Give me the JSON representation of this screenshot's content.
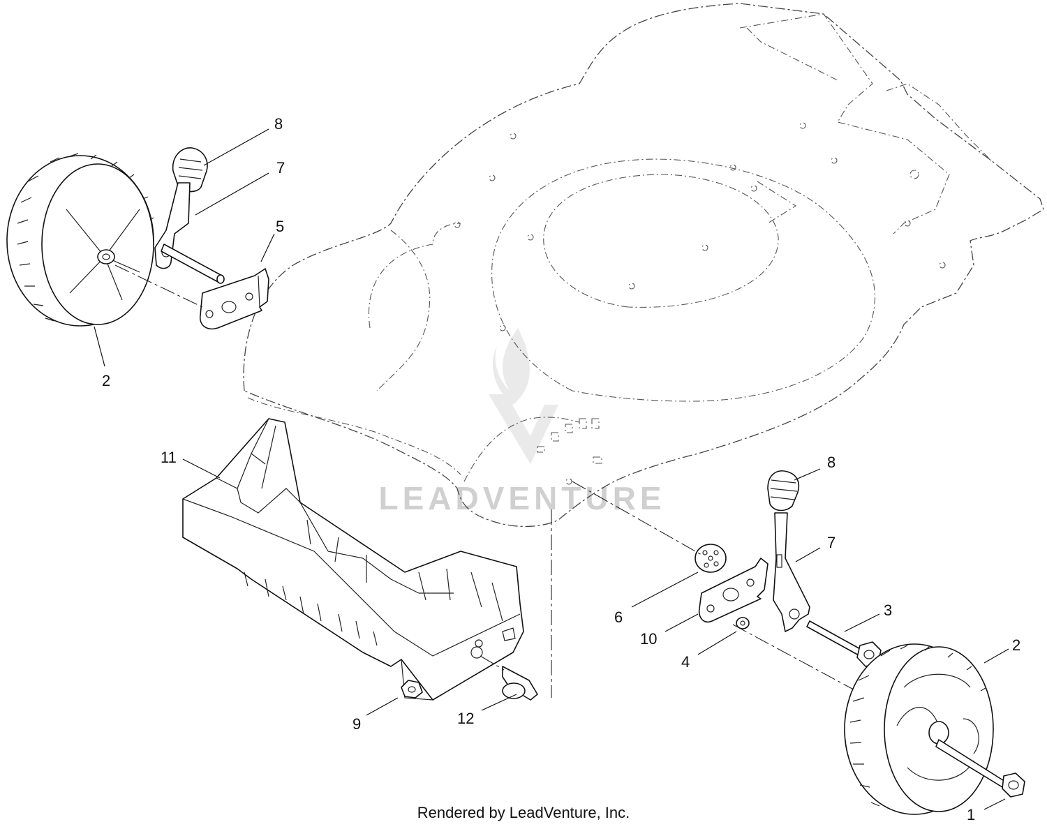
{
  "callouts": [
    {
      "id": "c8a",
      "label": "8"
    },
    {
      "id": "c7a",
      "label": "7"
    },
    {
      "id": "c5",
      "label": "5"
    },
    {
      "id": "c2a",
      "label": "2"
    },
    {
      "id": "c11",
      "label": "11"
    },
    {
      "id": "c8b",
      "label": "8"
    },
    {
      "id": "c7b",
      "label": "7"
    },
    {
      "id": "c6",
      "label": "6"
    },
    {
      "id": "c3",
      "label": "3"
    },
    {
      "id": "c10",
      "label": "10"
    },
    {
      "id": "c4",
      "label": "4"
    },
    {
      "id": "c2b",
      "label": "2"
    },
    {
      "id": "c9",
      "label": "9"
    },
    {
      "id": "c12",
      "label": "12"
    },
    {
      "id": "c1",
      "label": "1"
    }
  ],
  "watermark": "LEADVENTURE",
  "footer": "Rendered by LeadVenture, Inc."
}
